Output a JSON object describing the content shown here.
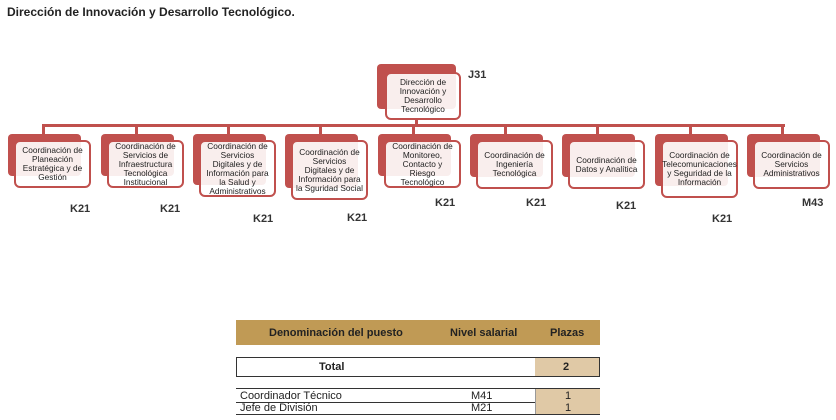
{
  "title": "Dirección de Innovación y Desarrollo Tecnológico.",
  "root": {
    "label": "Dirección de Innovación y Desarrollo Tecnológico",
    "level": "J31"
  },
  "children": [
    {
      "label": "Coordinación de Planeación Estratégica y de Gestión",
      "level": "K21"
    },
    {
      "label": "Coordinación de Servicios de Infraestructura Tecnológica Institucional",
      "level": "K21"
    },
    {
      "label": "Coordinación de Servicios Digitales y de Información para la Salud y Administrativos",
      "level": "K21"
    },
    {
      "label": "Coordinación de Servicios Digitales y de Información para la Sguridad Social",
      "level": "K21"
    },
    {
      "label": "Coordinación de Monitoreo, Contacto y Riesgo Tecnológico",
      "level": "K21"
    },
    {
      "label": "Coordinación de Ingeniería Tecnológica",
      "level": "K21"
    },
    {
      "label": "Coordinación de Datos y Analítica",
      "level": "K21"
    },
    {
      "label": "Coordinación de Telecomunicaciones y Seguridad de la Información",
      "level": "K21"
    },
    {
      "label": "Coordinación de Servicios Administrativos",
      "level": "M43"
    }
  ],
  "table": {
    "headers": [
      "Denominación del puesto",
      "Nivel salarial",
      "Plazas"
    ],
    "total_label": "Total",
    "total_value": "2",
    "rows": [
      {
        "puesto": "Coordinador Técnico",
        "nivel": "M41",
        "plazas": "1"
      },
      {
        "puesto": "Jefe de División",
        "nivel": "M21",
        "plazas": "1"
      }
    ]
  }
}
